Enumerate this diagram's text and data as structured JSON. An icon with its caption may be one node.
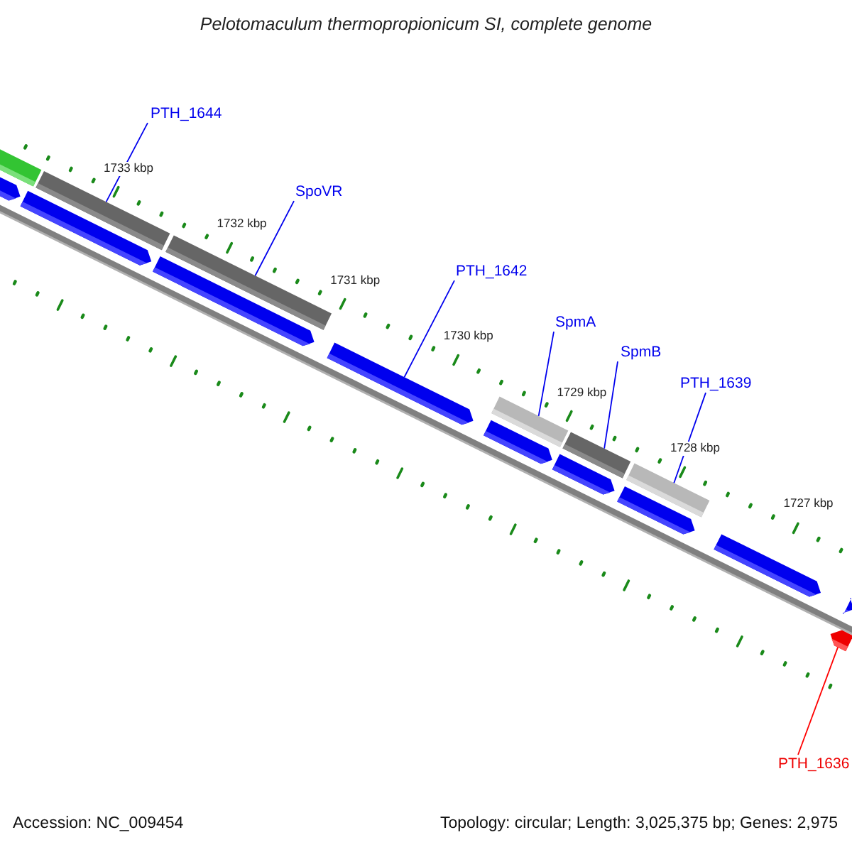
{
  "diagram": {
    "title": "Pelotomaculum thermopropionicum SI, complete genome",
    "nodes": [
      {
        "text": [
          "PTH_1644"
        ]
      },
      {
        "text": [
          "SpoVR"
        ]
      },
      {
        "text": [
          "PTH_1642"
        ]
      },
      {
        "text": [
          "SpmA"
        ]
      },
      {
        "text": [
          "SpmB"
        ]
      },
      {
        "text": [
          "PTH_1639"
        ]
      },
      {
        "text": [
          "PTH_1636"
        ]
      },
      {
        "text": [],
        "shape": "pentagon"
      },
      {
        "text": [],
        "shape": "bar"
      },
      {
        "text": [],
        "shape": "pentagon"
      },
      {
        "text": [],
        "shape": "bar"
      },
      {
        "text": [],
        "shape": "pentagon"
      },
      {
        "text": [],
        "shape": "bar"
      },
      {
        "text": [],
        "shape": "pentagon"
      },
      {
        "text": [],
        "shape": "bar"
      },
      {
        "text": [],
        "shape": "pentagon"
      },
      {
        "text": [],
        "shape": "pentagon"
      },
      {
        "text": [],
        "shape": "bar"
      },
      {
        "text": [],
        "shape": "pentagon"
      },
      {
        "text": [],
        "shape": "bar"
      },
      {
        "text": [],
        "shape": "pentagon"
      },
      {
        "text": [],
        "shape": "pentagon"
      },
      {
        "text": [],
        "shape": "pentagon"
      }
    ],
    "edges": [
      {
        "from": 0,
        "to": 10,
        "arrow": "none"
      },
      {
        "from": 1,
        "to": 12,
        "arrow": "none"
      },
      {
        "from": 2,
        "to": 13,
        "arrow": "none"
      },
      {
        "from": 3,
        "to": 14,
        "arrow": "none"
      },
      {
        "from": 4,
        "to": 17,
        "arrow": "none"
      },
      {
        "from": 5,
        "to": 19,
        "arrow": "none"
      },
      {
        "from": 6,
        "to": 22,
        "arrow": "none",
        "color": "#ff0000"
      }
    ],
    "labels": [
      "1733 kbp",
      "1732 kbp",
      "1731 kbp",
      "1730 kbp",
      "1729 kbp",
      "1728 kbp",
      "1727 kbp",
      "Accession: NC_009454",
      "Topology: circular; Length: 3,025,375 bp; Genes: 2,975"
    ]
  }
}
